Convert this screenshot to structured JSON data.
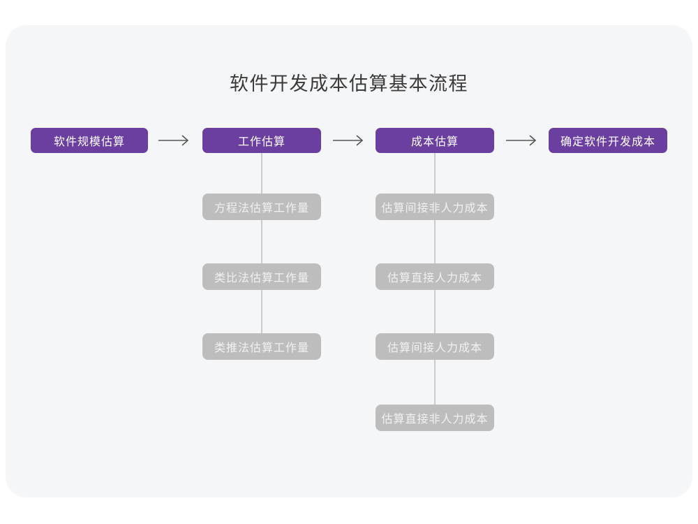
{
  "title": "软件开发成本估算基本流程",
  "colors": {
    "page_background": "#ffffff",
    "card_background": "#f5f6f7",
    "primary_node_background": "#6b3fa0",
    "primary_node_text": "#ffffff",
    "secondary_node_background": "#bdbdbd",
    "secondary_node_text": "#f1f1f1",
    "arrow": "#555555",
    "connector_line": "#cccccc",
    "title_text": "#3a3a3a"
  },
  "flow": {
    "main_steps": [
      {
        "label": "软件规模估算"
      },
      {
        "label": "工作估算"
      },
      {
        "label": "成本估算"
      },
      {
        "label": "确定软件开发成本"
      }
    ],
    "work_estimation_methods": [
      "方程法估算工作量",
      "类比法估算工作量",
      "类推法估算工作量"
    ],
    "cost_estimation_steps": [
      "估算间接非人力成本",
      "估算直接人力成本",
      "估算间接人力成本",
      "估算直接非人力成本"
    ]
  }
}
